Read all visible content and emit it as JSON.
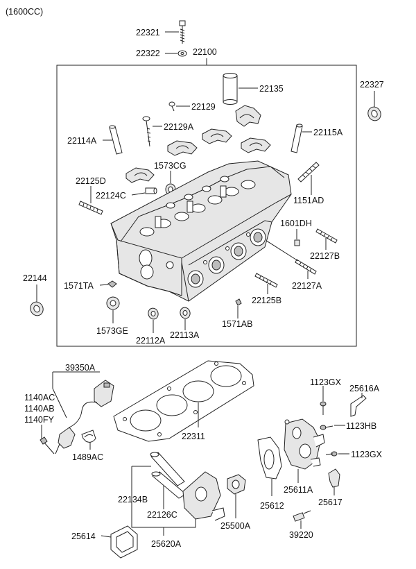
{
  "header": {
    "variant": "(1600CC)"
  },
  "labels": {
    "p22321": "22321",
    "p22322": "22322",
    "p22100": "22100",
    "p22135": "22135",
    "p22327": "22327",
    "p22129": "22129",
    "p22129A": "22129A",
    "p22114A": "22114A",
    "p22115A": "22115A",
    "p1573CG": "1573CG",
    "p22125D": "22125D",
    "p22124C": "22124C",
    "p1151AD": "1151AD",
    "p1601DH": "1601DH",
    "p22127B": "22127B",
    "p22144": "22144",
    "p1571TA": "1571TA",
    "p22127A": "22127A",
    "p22125B": "22125B",
    "p1573GE": "1573GE",
    "p22112A": "22112A",
    "p22113A": "22113A",
    "p1571AB": "1571AB",
    "p39350A": "39350A",
    "p1123GX_a": "1123GX",
    "p25616A": "25616A",
    "p1140AC": "1140AC",
    "p1140AB": "1140AB",
    "p1140FY": "1140FY",
    "p1123HB": "1123HB",
    "p22311": "22311",
    "p1123GX_b": "1123GX",
    "p1489AC": "1489AC",
    "p25611A": "25611A",
    "p22134B": "22134B",
    "p25612": "25612",
    "p25617": "25617",
    "p22126C": "22126C",
    "p25500A": "25500A",
    "p25614": "25614",
    "p25620A": "25620A",
    "p39220": "39220"
  },
  "icons": {
    "bolt": "bolt-icon",
    "washer": "washer-icon",
    "seal": "seal-icon",
    "dowel": "dowel-icon",
    "stud": "stud-icon",
    "gasket": "gasket-icon",
    "sensor": "sensor-icon"
  }
}
